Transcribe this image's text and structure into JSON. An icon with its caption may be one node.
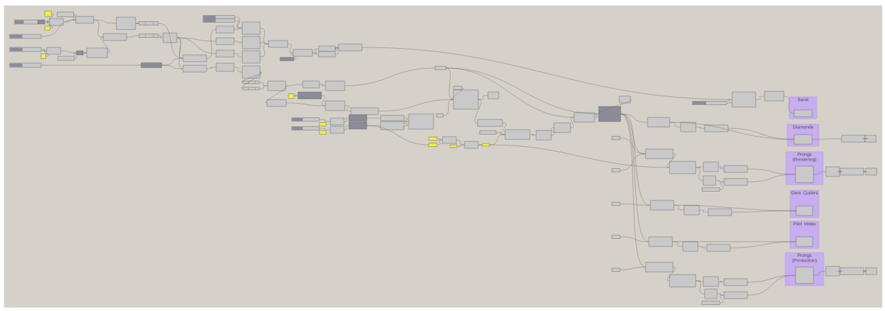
{
  "diagram": {
    "nodes": [
      {
        "text": [],
        "shape": "box"
      },
      {
        "text": [],
        "shape": "box"
      },
      {
        "text": [],
        "shape": "box"
      },
      {
        "text": [],
        "shape": "box"
      },
      {
        "text": [],
        "shape": "box"
      },
      {
        "text": [],
        "shape": "box"
      },
      {
        "text": [],
        "shape": "box"
      },
      {
        "text": [],
        "shape": "box"
      },
      {
        "text": [],
        "shape": "box"
      },
      {
        "text": [],
        "shape": "box"
      },
      {
        "text": [],
        "shape": "box"
      },
      {
        "text": [],
        "shape": "box"
      },
      {
        "text": [],
        "shape": "box"
      },
      {
        "text": [],
        "shape": "box"
      },
      {
        "text": [],
        "shape": "box"
      },
      {
        "text": [],
        "shape": "box"
      },
      {
        "text": [],
        "shape": "box"
      },
      {
        "text": [],
        "shape": "box"
      },
      {
        "text": [],
        "shape": "box"
      },
      {
        "text": [],
        "shape": "box"
      },
      {
        "text": [],
        "shape": "box"
      },
      {
        "text": [],
        "shape": "box"
      },
      {
        "text": [],
        "shape": "box"
      },
      {
        "text": [],
        "shape": "box"
      },
      {
        "text": [],
        "shape": "box"
      },
      {
        "text": [],
        "shape": "box"
      },
      {
        "text": [],
        "shape": "box"
      },
      {
        "text": [],
        "shape": "box"
      },
      {
        "text": [],
        "shape": "box"
      },
      {
        "text": [],
        "shape": "box"
      },
      {
        "text": [],
        "shape": "box"
      },
      {
        "text": [],
        "shape": "box"
      },
      {
        "text": [],
        "shape": "box"
      },
      {
        "text": [],
        "shape": "box"
      },
      {
        "text": [],
        "shape": "box"
      },
      {
        "text": [],
        "shape": "box"
      },
      {
        "text": [],
        "shape": "box"
      },
      {
        "text": [],
        "shape": "box"
      },
      {
        "text": [],
        "shape": "box"
      },
      {
        "text": [],
        "shape": "box"
      },
      {
        "text": [],
        "shape": "box"
      },
      {
        "text": [],
        "shape": "box"
      },
      {
        "text": [],
        "shape": "box"
      },
      {
        "text": [],
        "shape": "box"
      },
      {
        "text": [],
        "shape": "box"
      },
      {
        "text": [],
        "shape": "box"
      },
      {
        "text": [],
        "shape": "box"
      },
      {
        "text": [],
        "shape": "box"
      },
      {
        "text": [],
        "shape": "box"
      },
      {
        "text": [],
        "shape": "box"
      },
      {
        "text": [],
        "shape": "box"
      },
      {
        "text": [],
        "shape": "box"
      },
      {
        "text": [],
        "shape": "box"
      },
      {
        "text": [],
        "shape": "box"
      },
      {
        "text": [],
        "shape": "box"
      },
      {
        "text": [],
        "shape": "box"
      },
      {
        "text": [],
        "shape": "box"
      },
      {
        "text": [],
        "shape": "box"
      },
      {
        "text": [],
        "shape": "box"
      },
      {
        "text": [],
        "shape": "box"
      },
      {
        "text": [],
        "shape": "box"
      },
      {
        "text": [],
        "shape": "box"
      },
      {
        "text": [],
        "shape": "box"
      },
      {
        "text": [],
        "shape": "box"
      },
      {
        "text": [],
        "shape": "box"
      },
      {
        "text": [],
        "shape": "box"
      },
      {
        "text": [],
        "shape": "box"
      },
      {
        "text": [],
        "shape": "box"
      },
      {
        "text": [],
        "shape": "box"
      },
      {
        "text": [],
        "shape": "box"
      },
      {
        "text": [],
        "shape": "box"
      },
      {
        "text": [],
        "shape": "box"
      },
      {
        "text": [],
        "shape": "box"
      },
      {
        "text": [],
        "shape": "box"
      },
      {
        "text": [],
        "shape": "box"
      },
      {
        "text": [],
        "shape": "box"
      },
      {
        "text": [],
        "shape": "box"
      },
      {
        "text": [],
        "shape": "box"
      },
      {
        "text": [],
        "shape": "box"
      },
      {
        "text": [],
        "shape": "box"
      },
      {
        "text": [],
        "shape": "box"
      },
      {
        "text": [],
        "shape": "box"
      },
      {
        "text": [],
        "shape": "box"
      },
      {
        "text": [],
        "shape": "box"
      },
      {
        "text": [],
        "shape": "box"
      },
      {
        "text": [],
        "shape": "box"
      },
      {
        "text": [
          "Band"
        ]
      },
      {
        "text": [],
        "shape": "box",
        "in": 86
      },
      {
        "text": [
          "Diamonds"
        ]
      },
      {
        "text": [],
        "shape": "box",
        "in": 88
      },
      {
        "text": [],
        "shape": "box"
      },
      {
        "text": [],
        "shape": "box"
      },
      {
        "text": [],
        "shape": "box"
      },
      {
        "text": [],
        "shape": "box"
      },
      {
        "text": [],
        "shape": "box"
      },
      {
        "text": [],
        "shape": "box"
      },
      {
        "text": [],
        "shape": "box"
      },
      {
        "text": [],
        "shape": "box"
      },
      {
        "text": [],
        "shape": "box"
      },
      {
        "text": [],
        "shape": "box"
      },
      {
        "text": [
          "Prongs (Rendering)"
        ]
      },
      {
        "text": [],
        "shape": "box",
        "in": 100
      },
      {
        "text": [],
        "shape": "box"
      },
      {
        "text": [],
        "shape": "box"
      },
      {
        "text": [],
        "shape": "box"
      },
      {
        "text": [],
        "shape": "box"
      },
      {
        "text": [],
        "shape": "box"
      },
      {
        "text": [],
        "shape": "box"
      },
      {
        "text": [],
        "shape": "box"
      },
      {
        "text": [
          "Gem Cutters"
        ]
      },
      {
        "text": [],
        "shape": "box",
        "in": 109
      },
      {
        "text": [],
        "shape": "box"
      },
      {
        "text": [],
        "shape": "box"
      },
      {
        "text": [],
        "shape": "box"
      },
      {
        "text": [],
        "shape": "box"
      },
      {
        "text": [
          "Pilot Holes"
        ]
      },
      {
        "text": [],
        "shape": "box",
        "in": 115
      },
      {
        "text": [],
        "shape": "box"
      },
      {
        "text": [],
        "shape": "box"
      },
      {
        "text": [],
        "shape": "box"
      },
      {
        "text": [],
        "shape": "box"
      },
      {
        "text": [],
        "shape": "box"
      },
      {
        "text": [],
        "shape": "box"
      },
      {
        "text": [],
        "shape": "box"
      },
      {
        "text": [],
        "shape": "box"
      },
      {
        "text": [
          "Prongs (Production)"
        ]
      },
      {
        "text": [],
        "shape": "box",
        "in": 125
      },
      {
        "text": [],
        "shape": "box"
      },
      {
        "text": [],
        "shape": "box"
      },
      {
        "text": [],
        "shape": "box"
      }
    ],
    "edges": [
      {
        "from": 1,
        "to": 4,
        "arrow": "none"
      },
      {
        "from": 2,
        "to": 4,
        "arrow": "none"
      },
      {
        "from": 3,
        "to": 4,
        "arrow": "none"
      },
      {
        "from": 4,
        "to": 6,
        "arrow": "none"
      },
      {
        "from": 5,
        "to": 6,
        "arrow": "none"
      },
      {
        "from": 8,
        "to": 6,
        "arrow": "none"
      },
      {
        "from": 6,
        "to": 7,
        "arrow": "none"
      },
      {
        "from": 6,
        "to": 9,
        "arrow": "none"
      },
      {
        "from": 9,
        "to": 11,
        "arrow": "none"
      },
      {
        "from": 7,
        "to": 10,
        "arrow": "none"
      },
      {
        "from": 13,
        "to": 14,
        "arrow": "none"
      },
      {
        "from": 15,
        "to": 14,
        "arrow": "none"
      },
      {
        "from": 14,
        "to": 17,
        "arrow": "none"
      },
      {
        "from": 16,
        "to": 17,
        "arrow": "none"
      },
      {
        "from": 17,
        "to": 18,
        "arrow": "none"
      },
      {
        "from": 18,
        "to": 9,
        "arrow": "none"
      },
      {
        "from": 19,
        "to": 20,
        "arrow": "none"
      },
      {
        "from": 10,
        "to": 21,
        "arrow": "none"
      },
      {
        "from": 11,
        "to": 12,
        "arrow": "none"
      },
      {
        "from": 12,
        "to": 21,
        "arrow": "none"
      },
      {
        "from": 12,
        "to": 22,
        "arrow": "none"
      },
      {
        "from": 20,
        "to": 22,
        "arrow": "none"
      },
      {
        "from": 20,
        "to": 21,
        "arrow": "none"
      },
      {
        "from": 21,
        "to": 25,
        "arrow": "none"
      },
      {
        "from": 22,
        "to": 28,
        "arrow": "none"
      },
      {
        "from": 23,
        "to": 29,
        "arrow": "none"
      },
      {
        "from": 24,
        "to": 29,
        "arrow": "none"
      },
      {
        "from": 25,
        "to": 29,
        "arrow": "none"
      },
      {
        "from": 26,
        "to": 30,
        "arrow": "none"
      },
      {
        "from": 27,
        "to": 31,
        "arrow": "none"
      },
      {
        "from": 28,
        "to": 32,
        "arrow": "none"
      },
      {
        "from": 12,
        "to": 26,
        "arrow": "none"
      },
      {
        "from": 12,
        "to": 27,
        "arrow": "none"
      },
      {
        "from": 29,
        "to": 33,
        "arrow": "none"
      },
      {
        "from": 30,
        "to": 33,
        "arrow": "none"
      },
      {
        "from": 31,
        "to": 33,
        "arrow": "none"
      },
      {
        "from": 32,
        "to": 34,
        "arrow": "none"
      },
      {
        "from": 32,
        "to": 35,
        "arrow": "none"
      },
      {
        "from": 34,
        "to": 36,
        "arrow": "none"
      },
      {
        "from": 35,
        "to": 36,
        "arrow": "none"
      },
      {
        "from": 33,
        "to": 37,
        "arrow": "none"
      },
      {
        "from": 38,
        "to": 37,
        "arrow": "none"
      },
      {
        "from": 37,
        "to": 39,
        "arrow": "none"
      },
      {
        "from": 37,
        "to": 40,
        "arrow": "none"
      },
      {
        "from": 39,
        "to": 41,
        "arrow": "none"
      },
      {
        "from": 40,
        "to": 41,
        "arrow": "none"
      },
      {
        "from": 36,
        "to": 42,
        "arrow": "none"
      },
      {
        "from": 36,
        "to": 45,
        "arrow": "none"
      },
      {
        "from": 45,
        "to": 46,
        "arrow": "none"
      },
      {
        "from": 42,
        "to": 47,
        "arrow": "none"
      },
      {
        "from": 43,
        "to": 44,
        "arrow": "none"
      },
      {
        "from": 44,
        "to": 47,
        "arrow": "none"
      },
      {
        "from": 41,
        "to": 84,
        "arrow": "none"
      },
      {
        "from": 83,
        "to": 84,
        "arrow": "none"
      },
      {
        "from": 84,
        "to": 85,
        "arrow": "none"
      },
      {
        "from": 85,
        "to": 87,
        "arrow": "none"
      },
      {
        "from": 46,
        "to": 60,
        "arrow": "none"
      },
      {
        "from": 60,
        "to": 61,
        "arrow": "none"
      },
      {
        "from": 60,
        "to": 77,
        "arrow": "none"
      },
      {
        "from": 47,
        "to": 56,
        "arrow": "none"
      },
      {
        "from": 48,
        "to": 52,
        "arrow": "none"
      },
      {
        "from": 50,
        "to": 53,
        "arrow": "none"
      },
      {
        "from": 52,
        "to": 54,
        "arrow": "none"
      },
      {
        "from": 53,
        "to": 55,
        "arrow": "none"
      },
      {
        "from": 54,
        "to": 57,
        "arrow": "none"
      },
      {
        "from": 55,
        "to": 58,
        "arrow": "none"
      },
      {
        "from": 57,
        "to": 59,
        "arrow": "none"
      },
      {
        "from": 58,
        "to": 59,
        "arrow": "none"
      },
      {
        "from": 56,
        "to": 61,
        "arrow": "none"
      },
      {
        "from": 62,
        "to": 61,
        "arrow": "none"
      },
      {
        "from": 61,
        "to": 63,
        "arrow": "none"
      },
      {
        "from": 61,
        "to": 65,
        "arrow": "none"
      },
      {
        "from": 64,
        "to": 61,
        "arrow": "none"
      },
      {
        "from": 55,
        "to": 67,
        "arrow": "none"
      },
      {
        "from": 66,
        "to": 68,
        "arrow": "none"
      },
      {
        "from": 67,
        "to": 68,
        "arrow": "none"
      },
      {
        "from": 68,
        "to": 70,
        "arrow": "none"
      },
      {
        "from": 69,
        "to": 70,
        "arrow": "none"
      },
      {
        "from": 70,
        "to": 71,
        "arrow": "none"
      },
      {
        "from": 71,
        "to": 73,
        "arrow": "none"
      },
      {
        "from": 65,
        "to": 73,
        "arrow": "none"
      },
      {
        "from": 72,
        "to": 73,
        "arrow": "none"
      },
      {
        "from": 73,
        "to": 74,
        "arrow": "none"
      },
      {
        "from": 74,
        "to": 75,
        "arrow": "none"
      },
      {
        "from": 75,
        "to": 76,
        "arrow": "none"
      },
      {
        "from": 76,
        "to": 77,
        "arrow": "none"
      },
      {
        "from": 78,
        "to": 77,
        "arrow": "none"
      },
      {
        "from": 60,
        "to": 76,
        "arrow": "none"
      },
      {
        "from": 71,
        "to": 94,
        "arrow": "none"
      },
      {
        "from": 77,
        "to": 80,
        "arrow": "none"
      },
      {
        "from": 77,
        "to": 93,
        "arrow": "none"
      },
      {
        "from": 77,
        "to": 112,
        "arrow": "none"
      },
      {
        "from": 77,
        "to": 118,
        "arrow": "none"
      },
      {
        "from": 77,
        "to": 106,
        "arrow": "none"
      },
      {
        "from": 80,
        "to": 81,
        "arrow": "none"
      },
      {
        "from": 81,
        "to": 82,
        "arrow": "none"
      },
      {
        "from": 82,
        "to": 89,
        "arrow": "none"
      },
      {
        "from": 80,
        "to": 89,
        "arrow": "none"
      },
      {
        "from": 79,
        "to": 93,
        "arrow": "none"
      },
      {
        "from": 93,
        "to": 94,
        "arrow": "none"
      },
      {
        "from": 94,
        "to": 95,
        "arrow": "none"
      },
      {
        "from": 94,
        "to": 97,
        "arrow": "none"
      },
      {
        "from": 95,
        "to": 96,
        "arrow": "none"
      },
      {
        "from": 97,
        "to": 98,
        "arrow": "none"
      },
      {
        "from": 99,
        "to": 98,
        "arrow": "none"
      },
      {
        "from": 96,
        "to": 101,
        "arrow": "none"
      },
      {
        "from": 98,
        "to": 101,
        "arrow": "none"
      },
      {
        "from": 101,
        "to": 102,
        "arrow": "none"
      },
      {
        "from": 102,
        "to": 103,
        "arrow": "none"
      },
      {
        "from": 103,
        "to": 104,
        "arrow": "none"
      },
      {
        "from": 92,
        "to": 93,
        "arrow": "none"
      },
      {
        "from": 105,
        "to": 106,
        "arrow": "none"
      },
      {
        "from": 106,
        "to": 107,
        "arrow": "none"
      },
      {
        "from": 107,
        "to": 108,
        "arrow": "none"
      },
      {
        "from": 108,
        "to": 110,
        "arrow": "none"
      },
      {
        "from": 106,
        "to": 110,
        "arrow": "none"
      },
      {
        "from": 111,
        "to": 112,
        "arrow": "none"
      },
      {
        "from": 112,
        "to": 113,
        "arrow": "none"
      },
      {
        "from": 113,
        "to": 114,
        "arrow": "none"
      },
      {
        "from": 114,
        "to": 116,
        "arrow": "none"
      },
      {
        "from": 112,
        "to": 116,
        "arrow": "none"
      },
      {
        "from": 117,
        "to": 118,
        "arrow": "none"
      },
      {
        "from": 118,
        "to": 119,
        "arrow": "none"
      },
      {
        "from": 119,
        "to": 120,
        "arrow": "none"
      },
      {
        "from": 119,
        "to": 122,
        "arrow": "none"
      },
      {
        "from": 120,
        "to": 121,
        "arrow": "none"
      },
      {
        "from": 122,
        "to": 123,
        "arrow": "none"
      },
      {
        "from": 124,
        "to": 123,
        "arrow": "none"
      },
      {
        "from": 121,
        "to": 126,
        "arrow": "none"
      },
      {
        "from": 123,
        "to": 126,
        "arrow": "none"
      },
      {
        "from": 126,
        "to": 127,
        "arrow": "none"
      },
      {
        "from": 127,
        "to": 128,
        "arrow": "none"
      },
      {
        "from": 128,
        "to": 129,
        "arrow": "none"
      },
      {
        "from": 89,
        "to": 90,
        "arrow": "none"
      },
      {
        "from": 90,
        "to": 91,
        "arrow": "none"
      }
    ]
  }
}
